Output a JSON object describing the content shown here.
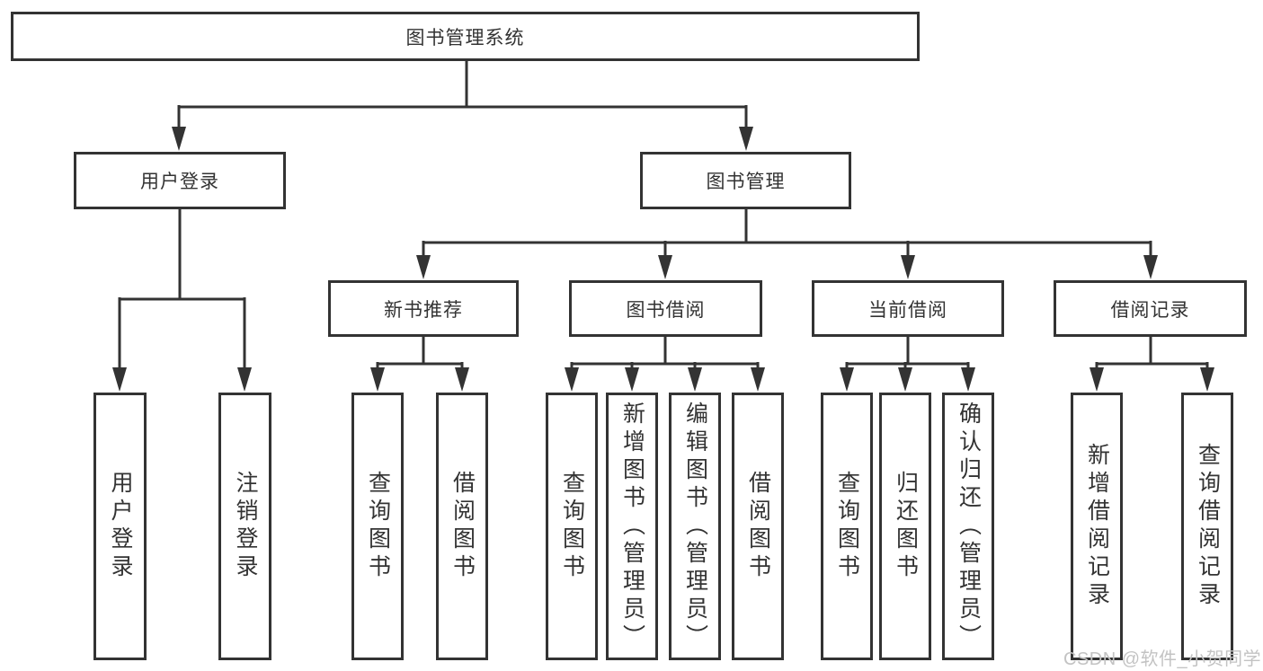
{
  "tree": {
    "label": "图书管理系统",
    "children": [
      {
        "label": "用户登录",
        "children": [
          {
            "label": "用户登录"
          },
          {
            "label": "注销登录"
          }
        ]
      },
      {
        "label": "图书管理",
        "children": [
          {
            "label": "新书推荐",
            "children": [
              {
                "label": "查询图书"
              },
              {
                "label": "借阅图书"
              }
            ]
          },
          {
            "label": "图书借阅",
            "children": [
              {
                "label": "查询图书"
              },
              {
                "label": "新增图书（管理员）"
              },
              {
                "label": "编辑图书（管理员）"
              },
              {
                "label": "借阅图书"
              }
            ]
          },
          {
            "label": "当前借阅",
            "children": [
              {
                "label": "查询图书"
              },
              {
                "label": "归还图书"
              },
              {
                "label": "确认归还（管理员）"
              }
            ]
          },
          {
            "label": "借阅记录",
            "children": [
              {
                "label": "新增借阅记录"
              },
              {
                "label": "查询借阅记录"
              }
            ]
          }
        ]
      }
    ]
  },
  "watermark": {
    "text": "CSDN @软件_小贺同学"
  },
  "colors": {
    "line": "#333333",
    "border": "#333333",
    "text": "#333333",
    "watermark": "#c3c3c3",
    "background": "#ffffff"
  }
}
